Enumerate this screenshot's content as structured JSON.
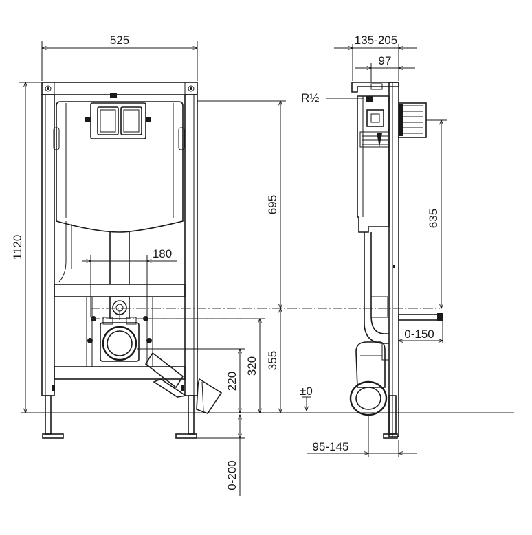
{
  "drawing": {
    "type": "technical-dimension-drawing",
    "front_view": {
      "width": "525",
      "height": "1120",
      "cistern_height": "695",
      "bolt_spacing": "180",
      "drain_height": "355",
      "supply_height": "320",
      "outlet_height": "220",
      "foot_extension": "0-200"
    },
    "side_view": {
      "depth_range": "135-205",
      "frame_depth": "97",
      "thread": "R½",
      "connection_height": "635",
      "offset_range": "0-150",
      "floor_level": "±0",
      "outlet_offset": "95-145"
    }
  },
  "colors": {
    "line": "#1a1a1a",
    "fill": "#e8e8e8",
    "background": "#ffffff"
  }
}
